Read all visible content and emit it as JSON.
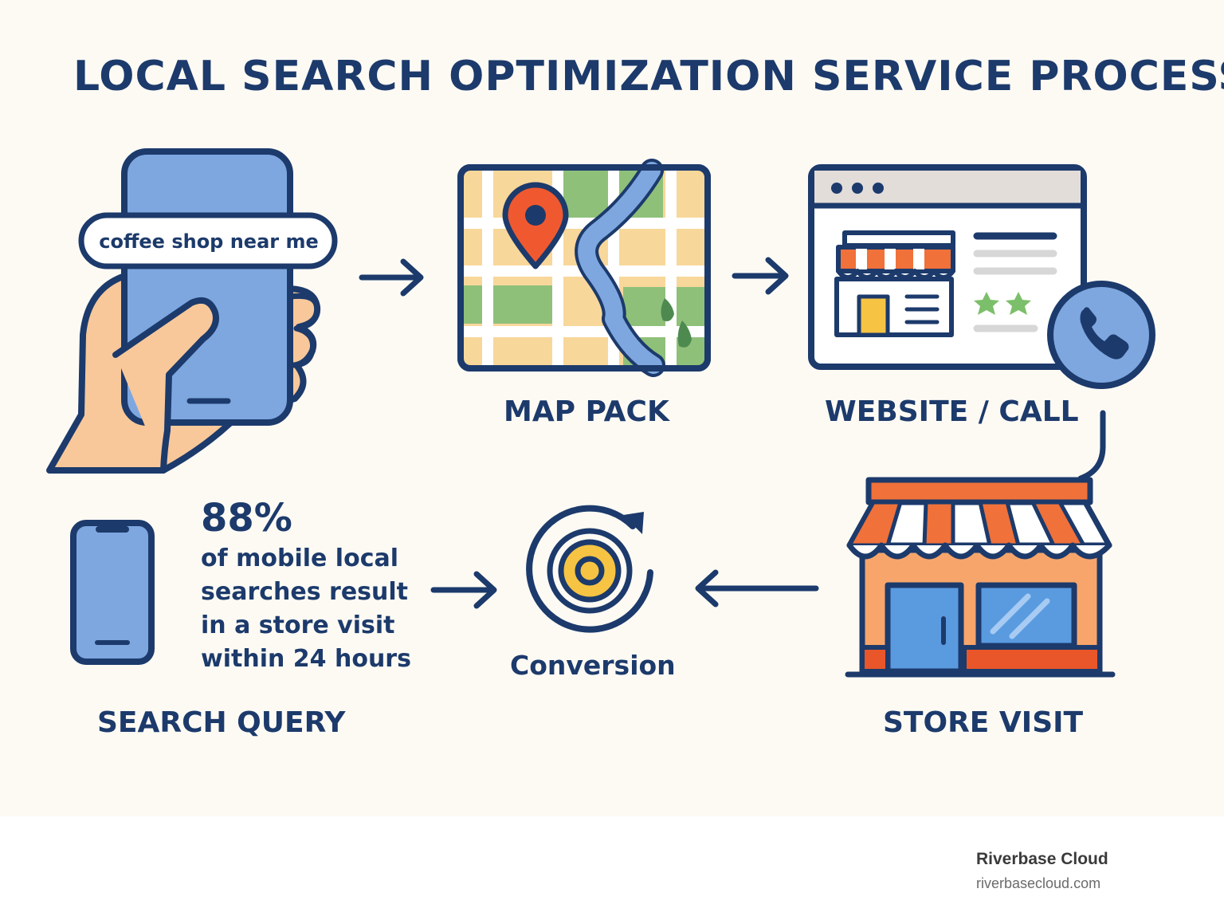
{
  "title": "LOCAL SEARCH OPTIMIZATION SERVICE PROCESS",
  "steps": {
    "search": {
      "label": "SEARCH QUERY",
      "query": "coffee shop near me"
    },
    "map": {
      "label": "MAP PACK"
    },
    "website": {
      "label": "WEBSITE / CALL"
    },
    "store": {
      "label": "STORE VISIT"
    },
    "conversion": {
      "label": "Conversion"
    }
  },
  "stat": {
    "value": "88%",
    "text": "of mobile local searches result in a store visit within 24 hours"
  },
  "footer": {
    "brand": "Riverbase Cloud",
    "url": "riverbasecloud.com"
  },
  "colors": {
    "navy": "#1c3a6b",
    "blue": "#7ea7e0",
    "orange": "#f0713a",
    "yellow": "#f6c343",
    "green": "#8fc07a",
    "sand": "#f8d79a",
    "skin": "#f8c89a",
    "background": "#fdfaf4"
  }
}
